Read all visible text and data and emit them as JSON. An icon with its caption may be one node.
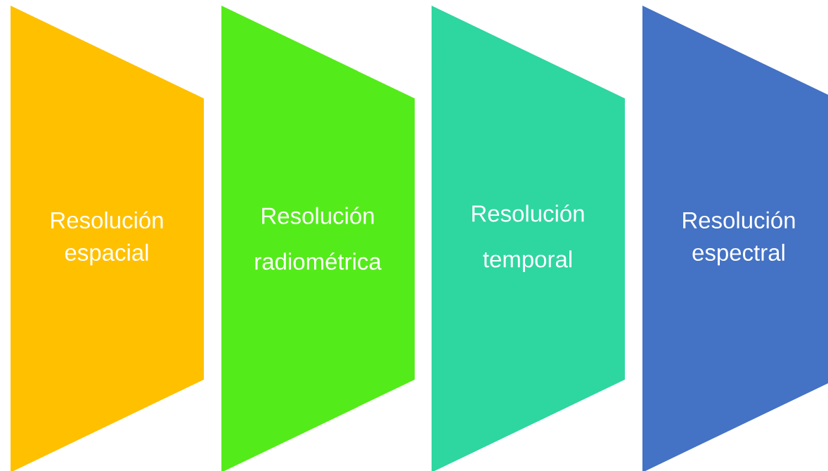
{
  "diagram": {
    "nodes": [
      {
        "text": [
          "Resolución espacial"
        ]
      },
      {
        "text": [
          "Resolución radiométrica"
        ]
      },
      {
        "text": [
          "Resolución temporal"
        ]
      },
      {
        "text": [
          "Resolución espectral"
        ]
      }
    ]
  }
}
